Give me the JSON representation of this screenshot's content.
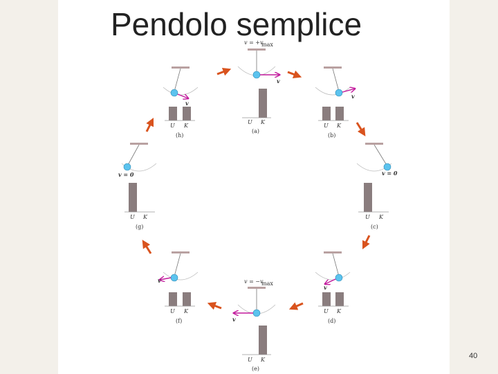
{
  "title": "Pendolo semplice",
  "page_number": "40",
  "colors": {
    "background": "#f3f0ea",
    "slide": "#ffffff",
    "ceiling": "#b9a1a1",
    "bar": "#8a7d7e",
    "bob": "#5cc3ee",
    "velocity": "#c2189c",
    "cycle_arrow": "#d9531e",
    "arc": "#bbbbbb"
  },
  "labels": {
    "axis_u": "U",
    "axis_k": "K",
    "v": "v",
    "v_zero": "v = 0",
    "v_pos_max": "v = +v",
    "v_neg_max": "v = −v",
    "max_sub": "max"
  },
  "states": [
    {
      "id": "a",
      "caption": "(a)",
      "U": 0,
      "K": 1.0,
      "velocity": "+vmax"
    },
    {
      "id": "b",
      "caption": "(b)",
      "U": 0.5,
      "K": 0.5,
      "velocity": "v"
    },
    {
      "id": "c",
      "caption": "(c)",
      "U": 1.0,
      "K": 0,
      "velocity": "0"
    },
    {
      "id": "d",
      "caption": "(d)",
      "U": 0.5,
      "K": 0.5,
      "velocity": "v"
    },
    {
      "id": "e",
      "caption": "(e)",
      "U": 0,
      "K": 1.0,
      "velocity": "−vmax"
    },
    {
      "id": "f",
      "caption": "(f)",
      "U": 0.5,
      "K": 0.5,
      "velocity": "v"
    },
    {
      "id": "g",
      "caption": "(g)",
      "U": 1.0,
      "K": 0,
      "velocity": "0"
    },
    {
      "id": "h",
      "caption": "(h)",
      "U": 0.5,
      "K": 0.5,
      "velocity": "v"
    }
  ]
}
